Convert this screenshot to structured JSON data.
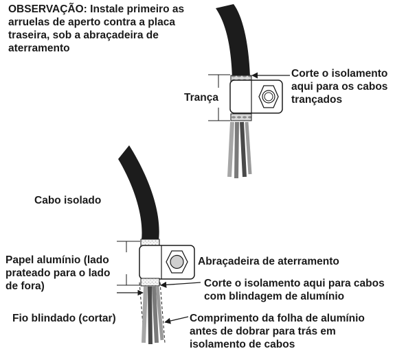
{
  "labels": {
    "note": [
      "OBSERVAÇÃO: Instale primeiro as",
      "arruelas de aperto contra a placa",
      "traseira, sob a abraçadeira de",
      "aterramento"
    ],
    "cut_braided": [
      "Corte o isolamento",
      "aqui para os cabos",
      "trançados"
    ],
    "braid": "Trança",
    "insulated_cable": "Cabo isolado",
    "aluminum_paper": [
      "Papel alumínio (lado",
      "prateado para o lado",
      "de fora)"
    ],
    "ground_clamp": "Abraçadeira de aterramento",
    "cut_aluminum": [
      "Corte o isolamento aqui para cabos",
      "com blindagem de alumínio"
    ],
    "shielded_wire": "Fio blindado (cortar)",
    "foil_length": [
      "Comprimento da folha de alumínio",
      "antes de dobrar para trás em",
      "isolamento de cabos"
    ]
  },
  "colors": {
    "cable": "#1c1c1c",
    "wire_light": "#a6a6a6",
    "wire_mid": "#7a7a7a",
    "wire_dark": "#4a4a4a",
    "line": "#1a1a1a"
  }
}
